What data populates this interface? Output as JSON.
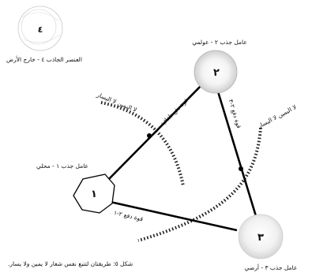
{
  "nodes": {
    "n1": {
      "number": "١",
      "label": "عامل جذب ١ - محلي"
    },
    "n2": {
      "number": "٢",
      "label": "عامل جذب ٢ - عولمي"
    },
    "n3": {
      "number": "٣",
      "label": "عامل جذب ٣ - أرضي"
    },
    "n4": {
      "number": "٤",
      "label": "العنصر الجاذب ٤ - خارج الأرض"
    }
  },
  "forces": {
    "f12": "قوة دفع تلقائية",
    "f23": "قوة دفع ٢-٣",
    "f13": "قوة دفع ٢-١"
  },
  "arcs": {
    "left": "لا اليمين لا اليسار",
    "right": "لا اليمين لا اليسار"
  },
  "caption": "شكل ٥: طريقتان لتتبع نفس شعار لا يمين ولا يسار."
}
